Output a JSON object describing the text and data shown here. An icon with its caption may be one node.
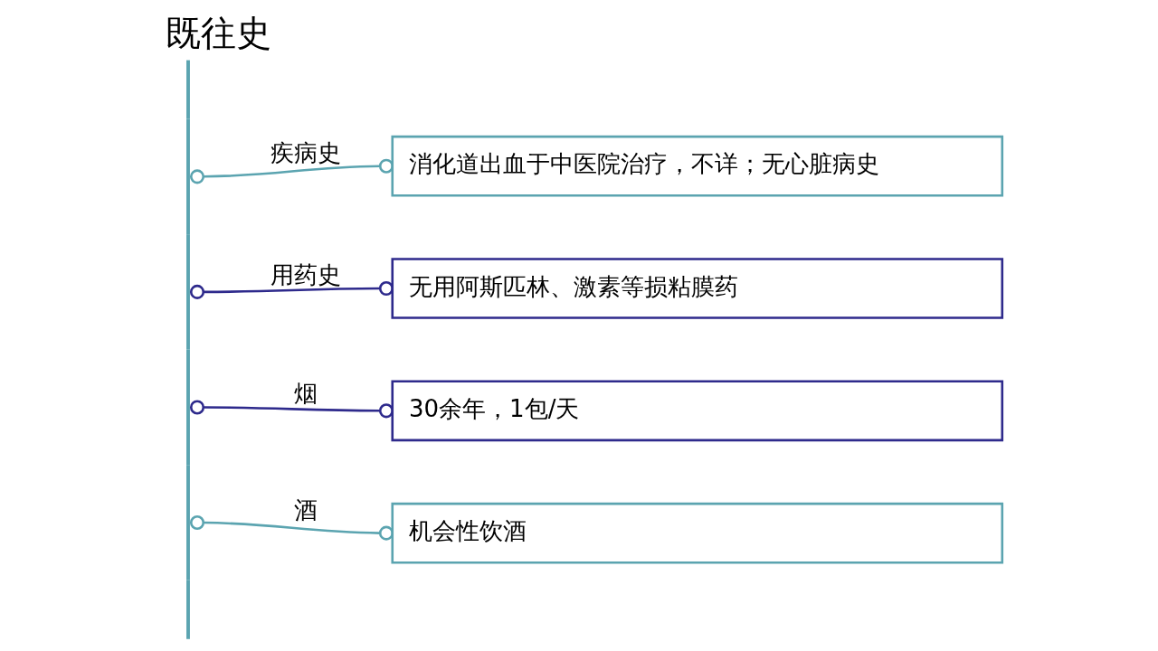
{
  "diagram": {
    "title": "既往史",
    "nodes": [
      {
        "text": [],
        "shape": "bar"
      },
      {
        "text": [
          "消化道出血于中医院治疗，不详；无心脏病史"
        ]
      },
      {
        "text": [
          "无用阿斯匹林、激素等损粘膜药"
        ]
      },
      {
        "text": [
          "30余年，1包/天"
        ]
      },
      {
        "text": [
          "机会性饮酒"
        ]
      }
    ],
    "edges": [
      {
        "from": 0,
        "to": 1,
        "arrow": "other",
        "label": "疾病史"
      },
      {
        "from": 0,
        "to": 2,
        "arrow": "other",
        "label": "用药史",
        "color": "#2e2a8c"
      },
      {
        "from": 0,
        "to": 3,
        "arrow": "other",
        "label": "烟",
        "color": "#2e2a8c"
      },
      {
        "from": 0,
        "to": 4,
        "arrow": "other",
        "label": "酒"
      }
    ]
  }
}
